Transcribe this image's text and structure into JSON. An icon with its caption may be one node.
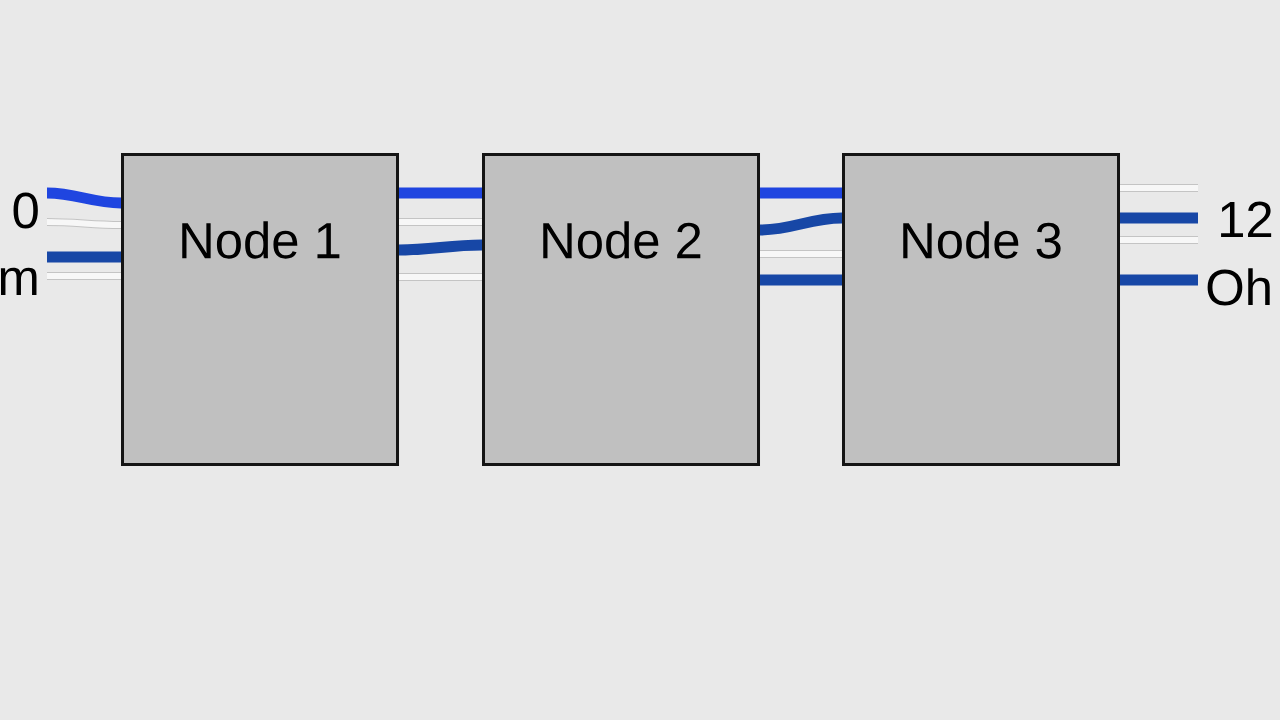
{
  "diagram": {
    "nodes": [
      {
        "text": [
          "0"
        ]
      },
      {
        "text": [
          "m"
        ]
      },
      {
        "text": [
          "Node 1"
        ]
      },
      {
        "text": [
          "Node 2"
        ]
      },
      {
        "text": [
          "Node 3"
        ]
      },
      {
        "text": [
          "12"
        ]
      },
      {
        "text": [
          "Oh"
        ]
      }
    ],
    "edges": [
      {
        "from": 0,
        "to": 2,
        "arrow": "none",
        "color": "#1f45e0"
      },
      {
        "from": 0,
        "to": 2,
        "arrow": "none"
      },
      {
        "from": 1,
        "to": 2,
        "arrow": "none",
        "color": "#1747a6"
      },
      {
        "from": 1,
        "to": 2,
        "arrow": "none"
      },
      {
        "from": 2,
        "to": 3,
        "arrow": "none",
        "color": "#1f45e0"
      },
      {
        "from": 2,
        "to": 3,
        "arrow": "none"
      },
      {
        "from": 2,
        "to": 3,
        "arrow": "none",
        "color": "#1747a6"
      },
      {
        "from": 2,
        "to": 3,
        "arrow": "none"
      },
      {
        "from": 3,
        "to": 4,
        "arrow": "none",
        "color": "#1f45e0"
      },
      {
        "from": 3,
        "to": 4,
        "arrow": "none",
        "color": "#1747a6"
      },
      {
        "from": 3,
        "to": 4,
        "arrow": "none"
      },
      {
        "from": 3,
        "to": 4,
        "arrow": "none",
        "color": "#1747a6"
      },
      {
        "from": 4,
        "to": 5,
        "arrow": "none"
      },
      {
        "from": 4,
        "to": 5,
        "arrow": "none",
        "color": "#1747a6"
      },
      {
        "from": 4,
        "to": 5,
        "arrow": "none"
      },
      {
        "from": 4,
        "to": 6,
        "arrow": "none",
        "color": "#1747a6"
      }
    ]
  }
}
